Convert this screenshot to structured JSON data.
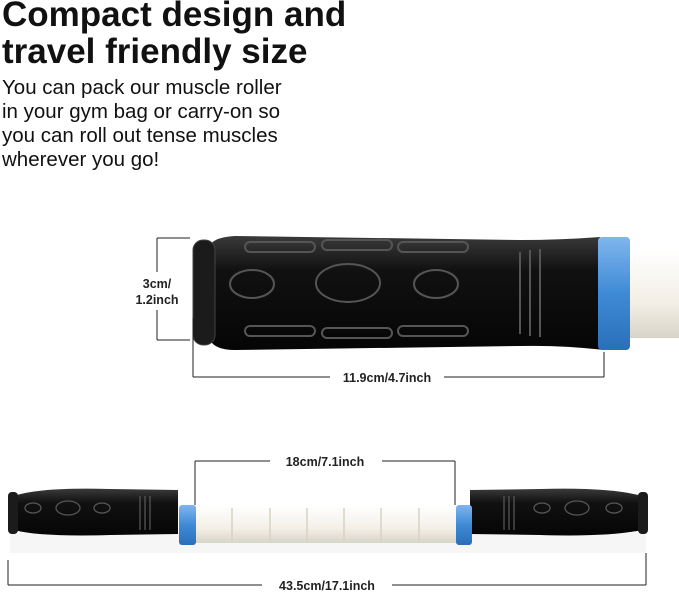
{
  "headline": {
    "line1": "Compact design and",
    "line2": "travel friendly size"
  },
  "description": {
    "line1": "You can pack our muscle roller",
    "line2": "in your gym bag or carry-on so",
    "line3": "you can roll out tense muscles",
    "line4": "wherever you go!"
  },
  "dimensions": {
    "handle_diameter_line1": "3cm/",
    "handle_diameter_line2": "1.2inch",
    "handle_length": "11.9cm/4.7inch",
    "roller_section_length": "18cm/7.1inch",
    "total_length": "43.5cm/17.1inch"
  },
  "colors": {
    "handle": "#111111",
    "ring": "#4a90d9",
    "roller": "#f4f1ea"
  }
}
